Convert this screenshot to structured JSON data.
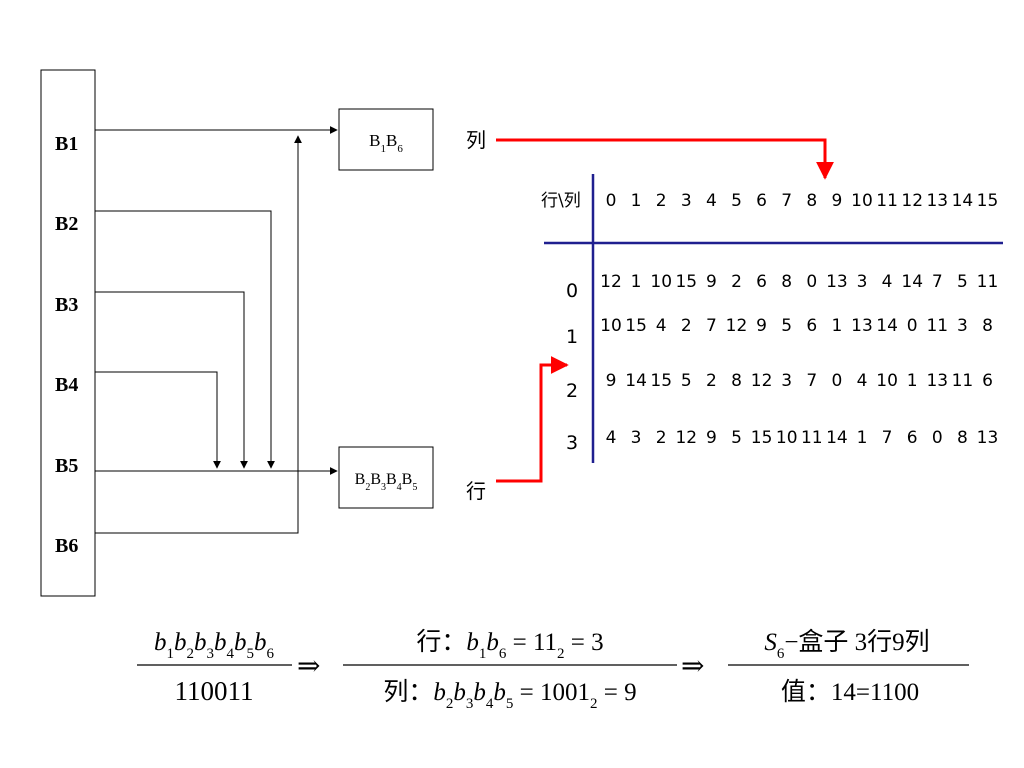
{
  "left_block": {
    "bits": [
      "B1",
      "B2",
      "B3",
      "B4",
      "B5",
      "B6"
    ]
  },
  "boxes": {
    "top": {
      "parts": [
        {
          "b": "B",
          "s": "1"
        },
        {
          "b": "B",
          "s": "6"
        }
      ]
    },
    "bottom": {
      "parts": [
        {
          "b": "B",
          "s": "2"
        },
        {
          "b": "B",
          "s": "3"
        },
        {
          "b": "B",
          "s": "4"
        },
        {
          "b": "B",
          "s": "5"
        }
      ]
    }
  },
  "labels": {
    "col_label": "列",
    "row_label": "行"
  },
  "table": {
    "corner": "行\\列",
    "columns": [
      "0",
      "1",
      "2",
      "3",
      "4",
      "5",
      "6",
      "7",
      "8",
      "9",
      "10",
      "11",
      "12",
      "13",
      "14",
      "15"
    ],
    "rows": [
      {
        "label": "0",
        "values": [
          "12",
          "1",
          "10",
          "15",
          "9",
          "2",
          "6",
          "8",
          "0",
          "13",
          "3",
          "4",
          "14",
          "7",
          "5",
          "11"
        ]
      },
      {
        "label": "1",
        "values": [
          "10",
          "15",
          "4",
          "2",
          "7",
          "12",
          "9",
          "5",
          "6",
          "1",
          "13",
          "14",
          "0",
          "11",
          "3",
          "8"
        ]
      },
      {
        "label": "2",
        "values": [
          "9",
          "14",
          "15",
          "5",
          "2",
          "8",
          "12",
          "3",
          "7",
          "0",
          "4",
          "10",
          "1",
          "13",
          "11",
          "6"
        ]
      },
      {
        "label": "3",
        "values": [
          "4",
          "3",
          "2",
          "12",
          "9",
          "5",
          "15",
          "10",
          "11",
          "14",
          "1",
          "7",
          "6",
          "0",
          "8",
          "13"
        ]
      }
    ],
    "highlight_column": "9",
    "highlight_row": "2"
  },
  "formula": {
    "frac1": {
      "num": "b1b2b3b4b5b6",
      "den": "110011"
    },
    "frac2": {
      "num_prefix": "行：",
      "num_expr": "b1b6 = 11₂ = 3",
      "den_prefix": "列：",
      "den_expr": "b2b3b4b5 = 1001₂ = 9"
    },
    "frac3": {
      "num": "S6−盒子  3行9列",
      "den": "值：14=1100"
    },
    "implies": "⇒"
  },
  "colors": {
    "arrow_red": "#ff0000",
    "table_rule": "#1f1f8f",
    "line": "#000000"
  }
}
